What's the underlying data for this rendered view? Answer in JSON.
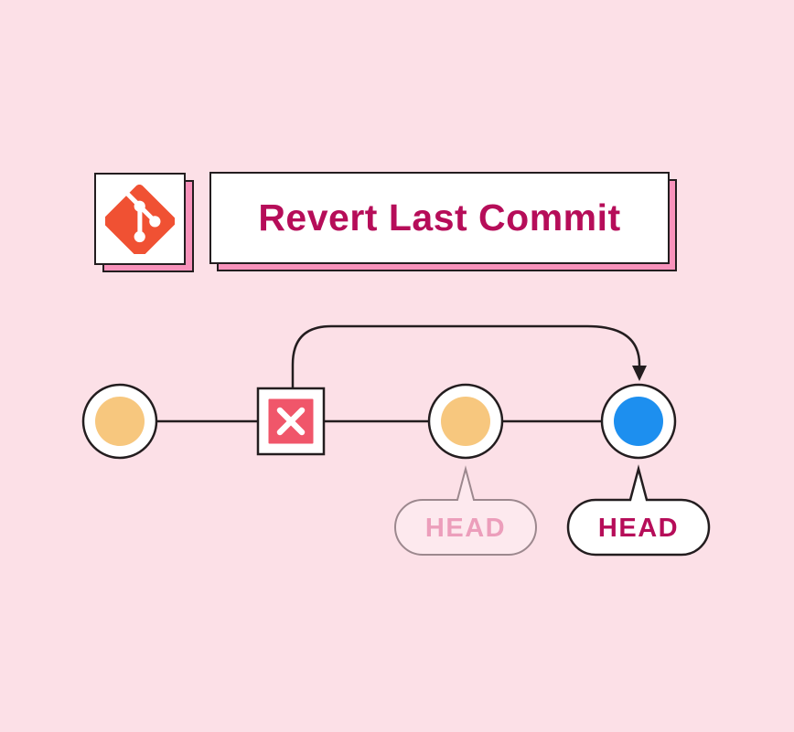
{
  "canvas": {
    "background_color": "#FCE0E7",
    "outline_color": "#231D1F",
    "box_shadow_color": "#F892BB"
  },
  "header": {
    "logo_icon": "git-logo-icon",
    "logo_color": "#F05133",
    "title": "Revert Last Commit",
    "title_color": "#B60D59"
  },
  "diagram": {
    "type": "git-commit-graph",
    "commits": [
      {
        "name": "commit-1",
        "kind": "commit",
        "color": "#F7C77E"
      },
      {
        "name": "commit-2-reverted",
        "kind": "reverted-commit",
        "icon": "x-cross-icon",
        "color": "#F0566A"
      },
      {
        "name": "commit-3",
        "kind": "commit",
        "color": "#F7C77E",
        "head": "previous"
      },
      {
        "name": "commit-4-revert",
        "kind": "revert-commit",
        "color": "#1D8FEF",
        "head": "current"
      }
    ],
    "revert_arrow": {
      "from": "commit-2-reverted",
      "to": "commit-4-revert",
      "icon": "arrow-down-icon",
      "color": "#231D1F"
    },
    "head_labels": {
      "previous": {
        "text": "HEAD",
        "state": "faded",
        "text_color": "#EC9EBB",
        "border_color": "#9C888E",
        "fill": "#FDE9EE"
      },
      "current": {
        "text": "HEAD",
        "state": "active",
        "text_color": "#B60D59",
        "border_color": "#231D1F",
        "fill": "#FFFFFF"
      }
    }
  }
}
